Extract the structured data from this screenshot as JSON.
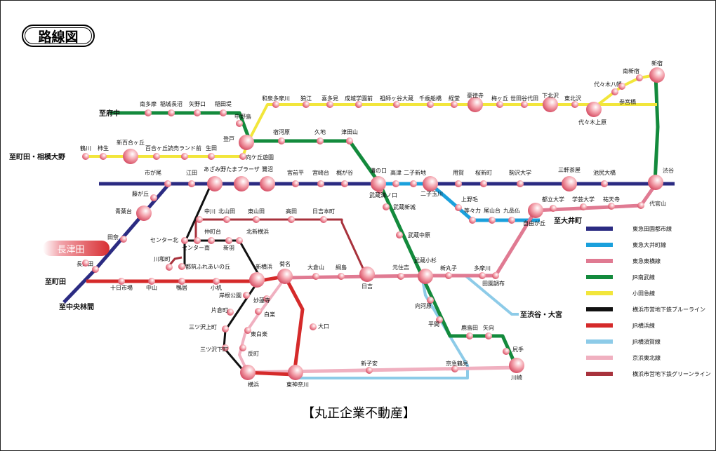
{
  "title": "路線図",
  "footer": "【丸正企業不動産】",
  "colors": {
    "denentoshi": "#2b2b82",
    "oimachi": "#1aa0dc",
    "toyoko": "#e07a92",
    "nambu": "#138a3c",
    "odakyu": "#f2e63b",
    "blue_line": "#111111",
    "yokohama": "#d52a2a",
    "yokosuka": "#8dcbe8",
    "keihin_tohoku": "#f0b0c0",
    "green_line": "#a8323c"
  },
  "legend": [
    {
      "key": "denentoshi",
      "label": "東急田園都市線"
    },
    {
      "key": "oimachi",
      "label": "東急大井町線"
    },
    {
      "key": "toyoko",
      "label": "東急東横線"
    },
    {
      "key": "nambu",
      "label": "JR南武線"
    },
    {
      "key": "odakyu",
      "label": "小田急線"
    },
    {
      "key": "blue_line",
      "label": "横浜市営地下鉄ブルーライン"
    },
    {
      "key": "yokohama",
      "label": "JR横浜線"
    },
    {
      "key": "yokosuka",
      "label": "JR横須賀線"
    },
    {
      "key": "keihin_tohoku",
      "label": "京浜東北線"
    },
    {
      "key": "green_line",
      "label": "横浜市営地下鉄グリーンライン"
    }
  ],
  "directions": {
    "fuchu": "至府中",
    "machida_sagamiono": "至町田・相模大野",
    "machida": "至町田",
    "chuorinkan": "至中央林間",
    "oimachi": "至大井町",
    "shibuya_omiya": "至渋谷・大宮"
  },
  "highlight_station": "長津田",
  "stations": {
    "minamitama": "南多摩",
    "inagi": "稲城長沼",
    "yanokuchi": "矢野口",
    "inadazutsumi": "稲田堤",
    "nakanoshima": "中野島",
    "noborito": "登戸",
    "shukugawara": "宿河原",
    "kuji": "久地",
    "tsudayama": "津田山",
    "musashimizonokuchi": "武蔵溝ノ口",
    "musashishinjo": "武蔵新城",
    "musashinakahara": "武蔵中原",
    "musashikosugi": "武蔵小杉",
    "mukaigawara": "向河原",
    "hirama": "平間",
    "kashimada": "鹿島田",
    "yako": "矢向",
    "shitte": "尻手",
    "kawasaki": "川崎",
    "wakumizumae": "和泉多摩川",
    "komae": "狛江",
    "kitami": "喜多見",
    "seijo": "成城学園前",
    "soshigaya": "祖師ヶ谷大蔵",
    "chitosefunabashi": "千歳船橋",
    "kyodo": "経堂",
    "gotokuji": "豪徳寺",
    "umegaoka": "梅ヶ丘",
    "setagayadaita": "世田谷代田",
    "shimokitazawa": "下北沢",
    "higashikitazawa": "東北沢",
    "yoyogiuehara": "代々木上原",
    "yoyogihachiman": "代々木八幡",
    "sangubashi": "参宮橋",
    "minamishinjuku": "南新宿",
    "shinjuku": "新宿",
    "tsurukawa": "鶴川",
    "kakio": "柿生",
    "shinyurigaoka": "新百合ヶ丘",
    "yurigaoka": "百合ヶ丘",
    "yomiuriland": "読売ランド前",
    "ikuta": "生田",
    "mukogaokayuen": "向ケ丘遊園",
    "nagatsuta": "長津田",
    "tsukushino": "田奈",
    "aobadai": "青葉台",
    "fujigaoka": "藤が丘",
    "ichigao": "市が尾",
    "eda": "江田",
    "azamino": "あざみ野",
    "tamaplaza": "たまプラーザ",
    "saginuma": "鷺沼",
    "miyazakidai": "宮崎台",
    "miyamaedaira": "宮前平",
    "kajigaya": "梶が谷",
    "mizonokuchi": "溝の口",
    "takatsu": "高津",
    "futakoshinchi": "二子新地",
    "futakotamagawa": "二子玉川",
    "yoga": "用賀",
    "sakurashinmachi": "桜新町",
    "komazawa": "駒沢大学",
    "sangenjaya": "三軒茶屋",
    "ikejiri": "池尻大橋",
    "shibuya": "渋谷",
    "kaminoge": "上野毛",
    "todoroki": "等々力",
    "oyamadai": "尾山台",
    "kuhombutsu": "九品仏",
    "jiyugaoka": "自由が丘",
    "toritsudaigaku": "都立大学",
    "gakugeidaigaku": "学芸大学",
    "yutenji": "祐天寺",
    "daikanyama": "代官山",
    "denenchofu": "田園調布",
    "tamagawa": "多摩川",
    "shinmaruko": "新丸子",
    "motosumiyoshi": "元住吉",
    "hiyoshi": "日吉",
    "tsunashima": "綱島",
    "okurayama": "大倉山",
    "kikuna": "菊名",
    "myorenji": "妙蓮寺",
    "hakuraku": "白楽",
    "higashihakuraku": "東白楽",
    "tammachi": "反町",
    "yokohama_st": "横浜",
    "higashikanagawa": "東神奈川",
    "oguchi": "大口",
    "shinkoyasu": "新子安",
    "keikyutsurumi": "京急鶴見",
    "tokaichiba": "十日市場",
    "nakayama": "中山",
    "kamoi": "鴨居",
    "kozukue": "小机",
    "shinyokohama": "新横浜",
    "center_kita": "センター北",
    "center_minami": "センター南",
    "nakamachidai": "仲町台",
    "kitashinyokohama": "北新横浜",
    "nippa": "新羽",
    "kawawacho": "川和町",
    "tsuzukifureai": "都筑ふれあいの丘",
    "nakagawa": "中川",
    "kitayamata": "北山田",
    "higashiyamata": "東山田",
    "takata": "高田",
    "hiyoshihoncho": "日吉本町",
    "kishinekoen": "岸根公園",
    "katakuracho": "片倉町",
    "mitsuzawakamicho": "三ツ沢上町",
    "mitsuzawashimocho": "三ツ沢下町"
  }
}
